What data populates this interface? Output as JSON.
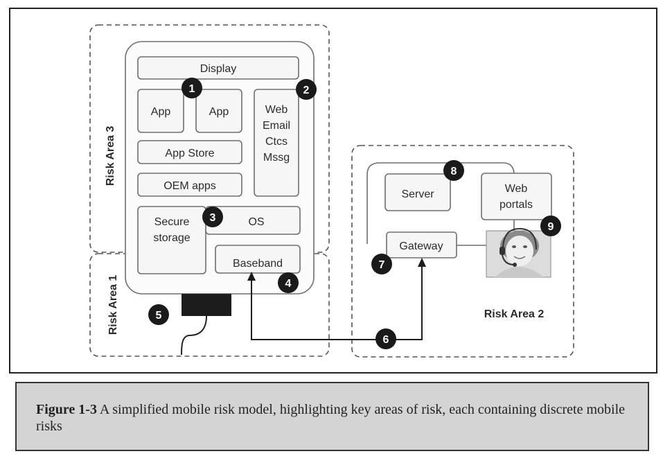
{
  "diagram": {
    "risk_areas": {
      "area3": "Risk Area 3",
      "area1": "Risk Area 1",
      "area2": "Risk Area 2"
    },
    "device": {
      "display": "Display",
      "app1": "App",
      "app2": "App",
      "web_lines": [
        "Web",
        "Email",
        "Ctcs",
        "Mssg"
      ],
      "app_store": "App Store",
      "oem_apps": "OEM apps",
      "secure_storage_lines": [
        "Secure",
        "storage"
      ],
      "os": "OS",
      "baseband": "Baseband"
    },
    "backend": {
      "server": "Server",
      "web_portals_lines": [
        "Web",
        "portals"
      ],
      "gateway": "Gateway"
    },
    "badges": [
      "1",
      "2",
      "3",
      "4",
      "5",
      "6",
      "7",
      "8",
      "9"
    ]
  },
  "caption": {
    "label": "Figure 1-3",
    "text": " A simplified mobile risk model, highlighting key areas of risk, each containing discrete mobile risks"
  }
}
